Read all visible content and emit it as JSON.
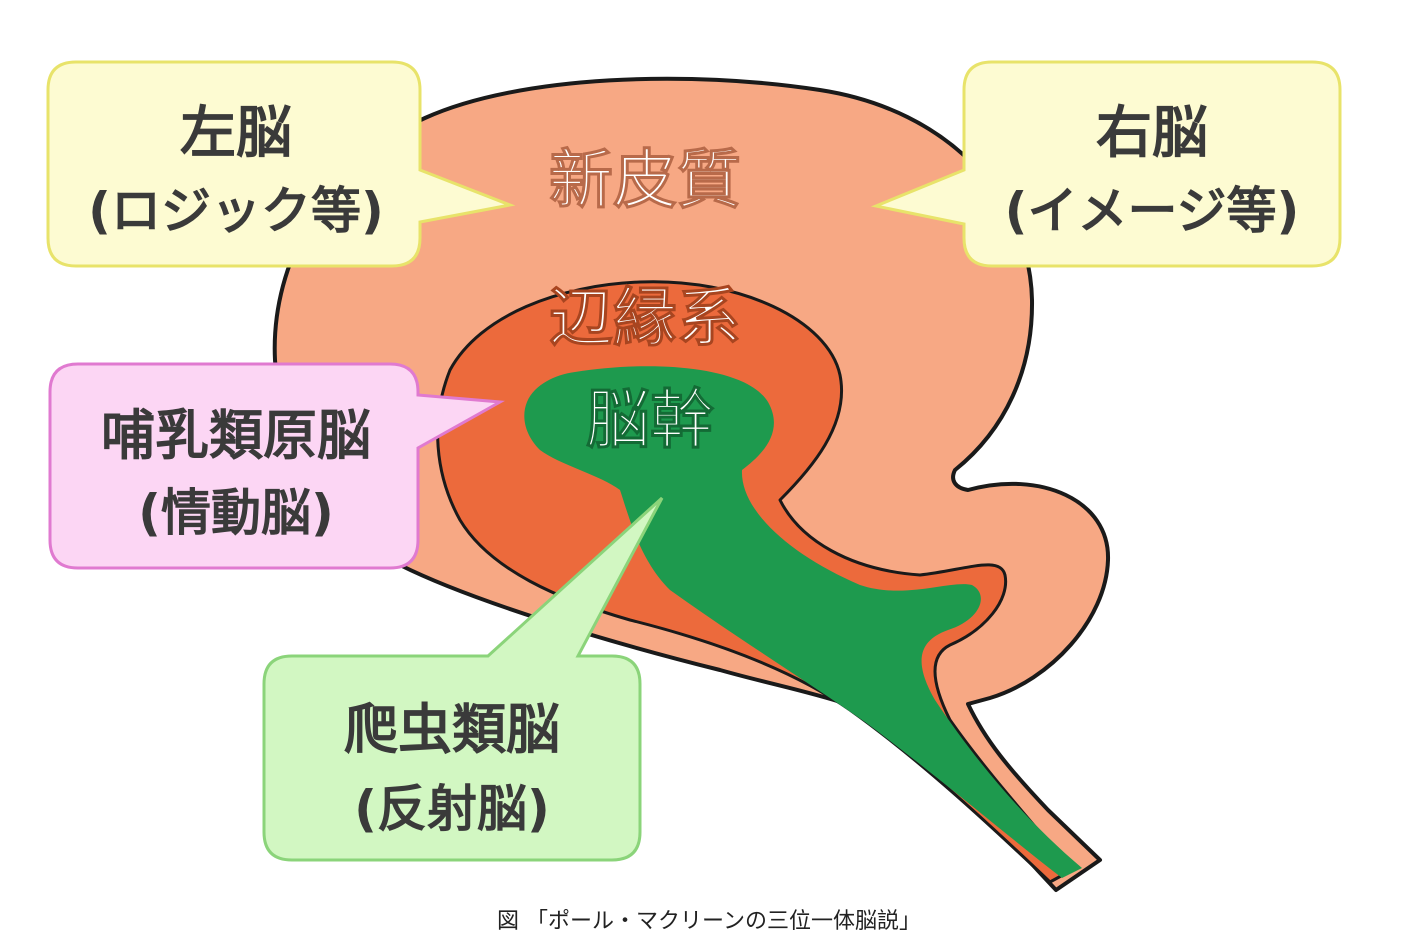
{
  "regions": {
    "neocortex": "新皮質",
    "limbic": "辺縁系",
    "brainstem": "脳幹"
  },
  "callouts": {
    "left_brain": {
      "line1": "左脳",
      "line2": "(ロジック等)"
    },
    "right_brain": {
      "line1": "右脳",
      "line2": "(イメージ等)"
    },
    "mammalian": {
      "line1": "哺乳類原脳",
      "line2": "(情動脳)"
    },
    "reptilian": {
      "line1": "爬虫類脳",
      "line2": "(反射脳)"
    }
  },
  "caption": "図 「ポール・マクリーンの三位一体脳説」",
  "colors": {
    "neocortex": "#f7a884",
    "limbic": "#ec6a3c",
    "brainstem": "#1e9a4e",
    "callout_yellow": "#fdfbd2",
    "callout_yellow_border": "#e8e36a",
    "callout_pink": "#fcd6f4",
    "callout_pink_border": "#e07ad0",
    "callout_green": "#d2f7c2",
    "callout_green_border": "#8bd47a"
  }
}
